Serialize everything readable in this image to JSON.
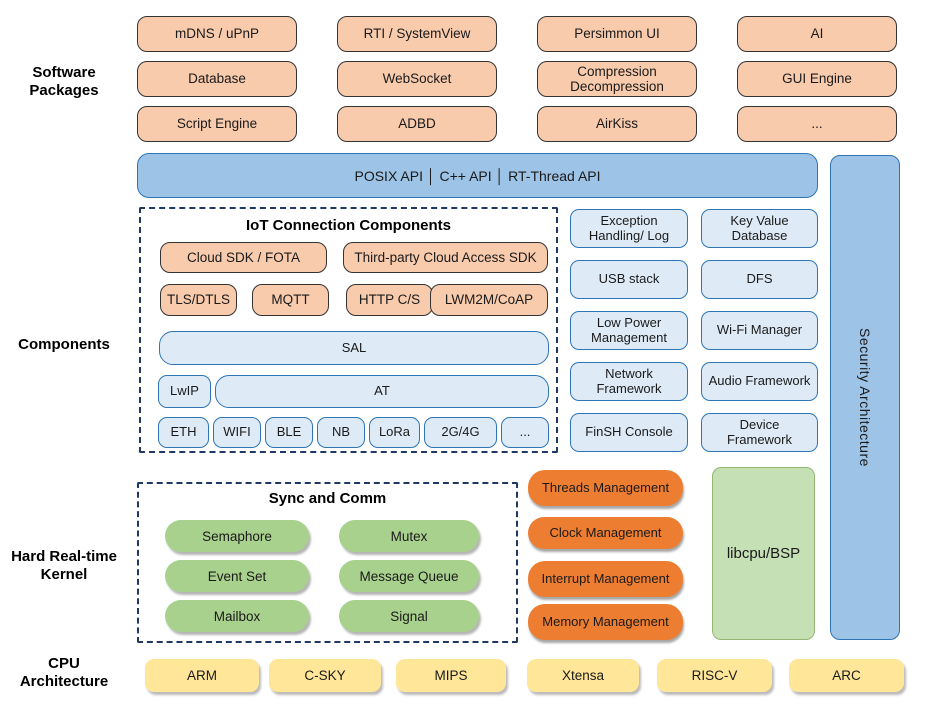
{
  "side_labels": {
    "software_packages": "Software Packages",
    "components": "Components",
    "kernel": "Hard Real-time Kernel",
    "cpu": "CPU Architecture"
  },
  "software_packages": {
    "items": [
      "mDNS / uPnP",
      "RTI / SystemView",
      "Persimmon UI",
      "AI",
      "Database",
      "WebSocket",
      "Compression Decompression",
      "GUI Engine",
      "Script Engine",
      "ADBD",
      "AirKiss",
      "..."
    ]
  },
  "api_bar": {
    "label": "POSIX API │ C++ API │ RT-Thread API"
  },
  "security": {
    "label": "Security Architecture"
  },
  "iot": {
    "title": "IoT Connection Components",
    "row1": [
      "Cloud SDK / FOTA",
      "Third-party Cloud Access SDK"
    ],
    "row2": [
      "TLS/DTLS",
      "MQTT",
      "HTTP C/S",
      "LWM2M/CoAP"
    ],
    "sal": "SAL",
    "lwip": "LwIP",
    "at": "AT",
    "links": [
      "ETH",
      "WIFI",
      "BLE",
      "NB",
      "LoRa",
      "2G/4G",
      "..."
    ]
  },
  "services": {
    "items": [
      "Exception Handling/ Log",
      "Key Value Database",
      "USB stack",
      "DFS",
      "Low Power Management",
      "Wi-Fi Manager",
      "Network Framework",
      "Audio Framework",
      "FinSH Console",
      "Device Framework"
    ]
  },
  "kernel": {
    "title": "Sync and Comm",
    "sync_items": [
      "Semaphore",
      "Mutex",
      "Event Set",
      "Message Queue",
      "Mailbox",
      "Signal"
    ],
    "managers": [
      "Threads Management",
      "Clock Management",
      "Interrupt Management",
      "Memory Management"
    ],
    "libcpu": "libcpu/BSP"
  },
  "cpu": {
    "items": [
      "ARM",
      "C-SKY",
      "MIPS",
      "Xtensa",
      "RISC-V",
      "ARC"
    ]
  },
  "colors": {
    "peach": "#F8CBAD",
    "blue": "#9DC3E6",
    "blue_border": "#2E75B6",
    "light_blue": "#DEEBF7",
    "green": "#A9D18E",
    "light_green": "#C5E0B4",
    "orange": "#ED7D31",
    "yellow": "#FFE699",
    "dash": "#1F3864"
  }
}
